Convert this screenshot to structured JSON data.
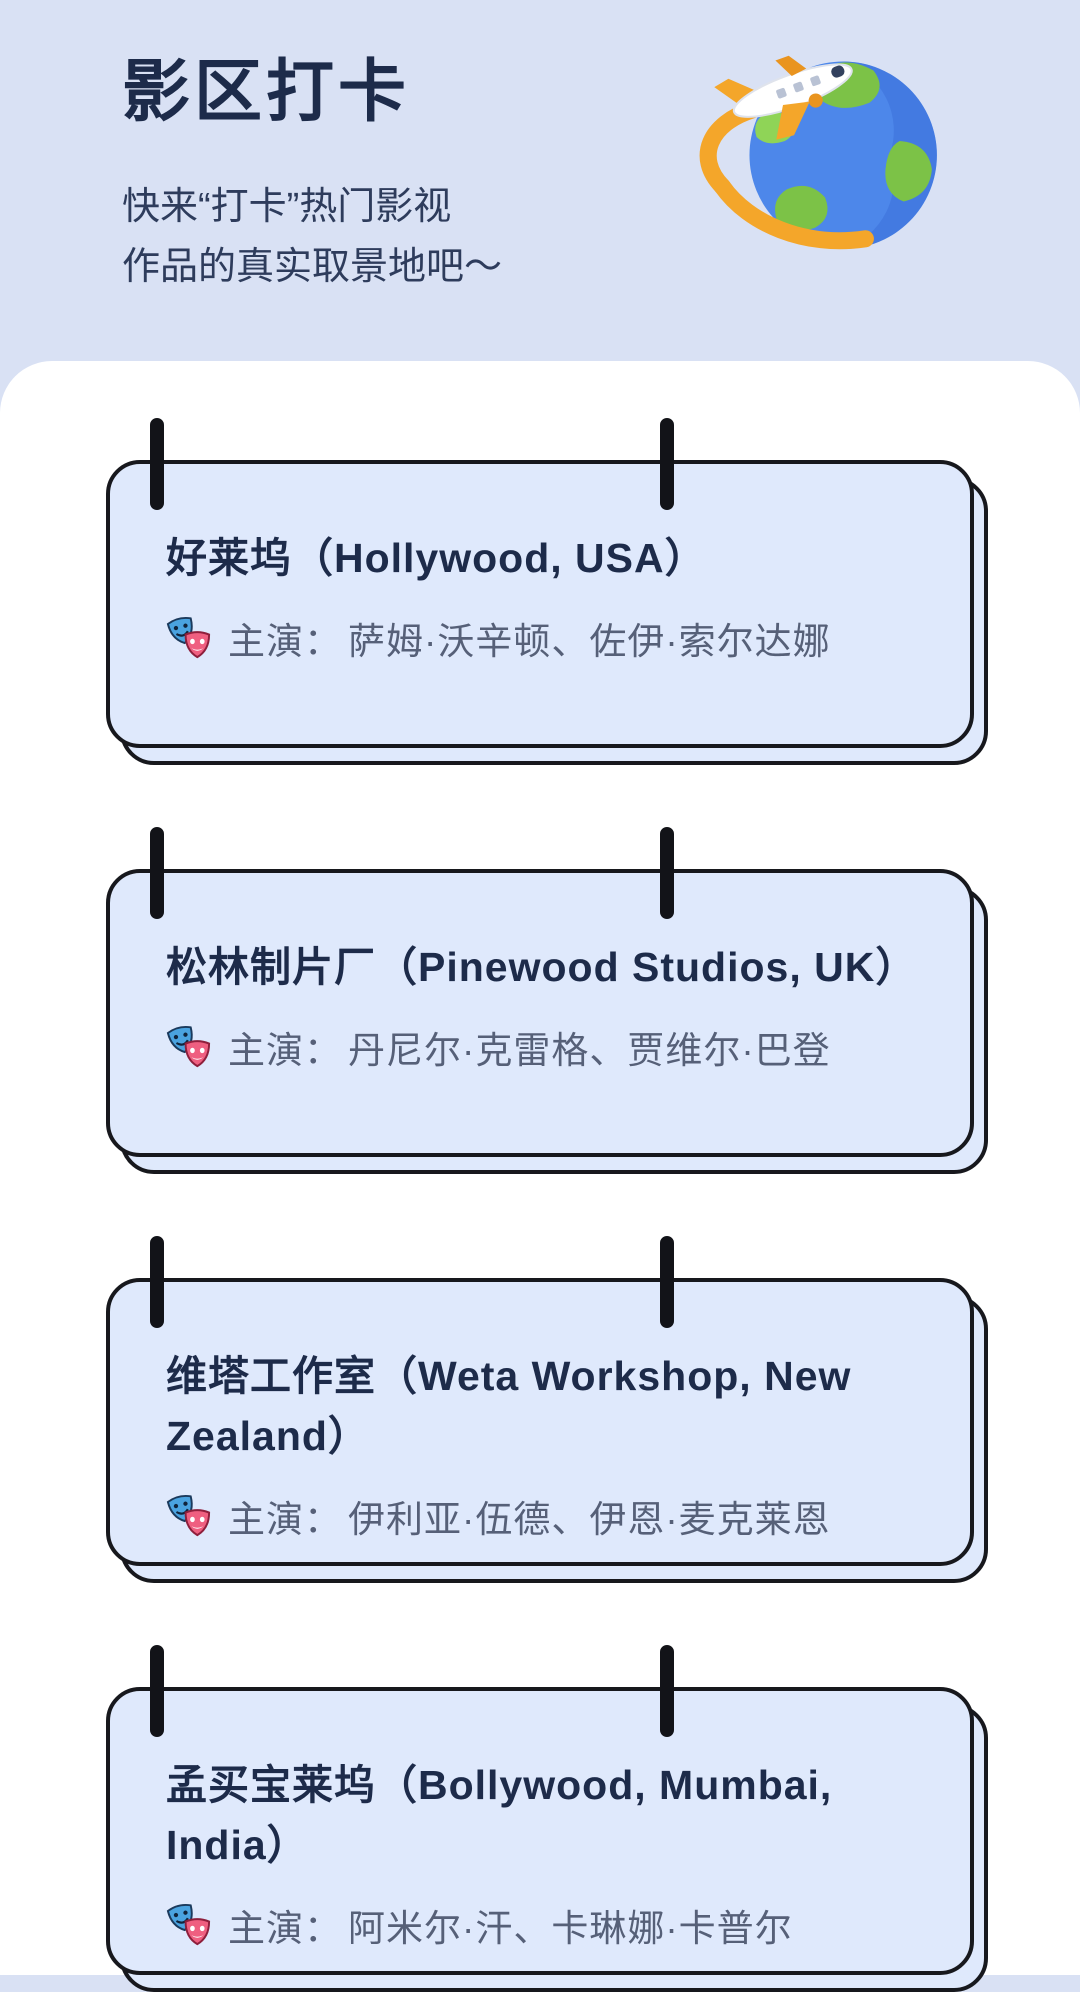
{
  "header": {
    "title": "影区打卡",
    "subtitle_lines": [
      "快来“打卡”热门影视",
      "作品的真实取景地吧～"
    ],
    "illustration": "globe-with-airplane-3d"
  },
  "cast_label": "主演：",
  "locations": [
    {
      "title": "好莱坞（Hollywood, USA）",
      "cast": "萨姆·沃辛顿、佐伊·索尔达娜"
    },
    {
      "title": "松林制片厂（Pinewood Studios, UK）",
      "cast": "丹尼尔·克雷格、贾维尔·巴登"
    },
    {
      "title": "维塔工作室（Weta Workshop, New Zealand）",
      "cast": "伊利亚·伍德、伊恩·麦克莱恩"
    },
    {
      "title": "孟买宝莱坞（Bollywood, Mumbai, India）",
      "cast": "阿米尔·汗、卡琳娜·卡普尔"
    }
  ],
  "colors": {
    "page_background": "#d9e1f4",
    "sheet_background": "#ffffff",
    "card_background": "#dfe9fc",
    "card_border": "#17181d",
    "title_text": "#1d2b4a",
    "subtitle_text": "#2e3c5c",
    "cast_text": "#566078",
    "orbit_orange": "#f4a62a",
    "globe_blue": "#4d87ea",
    "continent_green": "#7cc247",
    "mask_blue": "#4aa3e0",
    "mask_pink": "#ef5f80"
  }
}
